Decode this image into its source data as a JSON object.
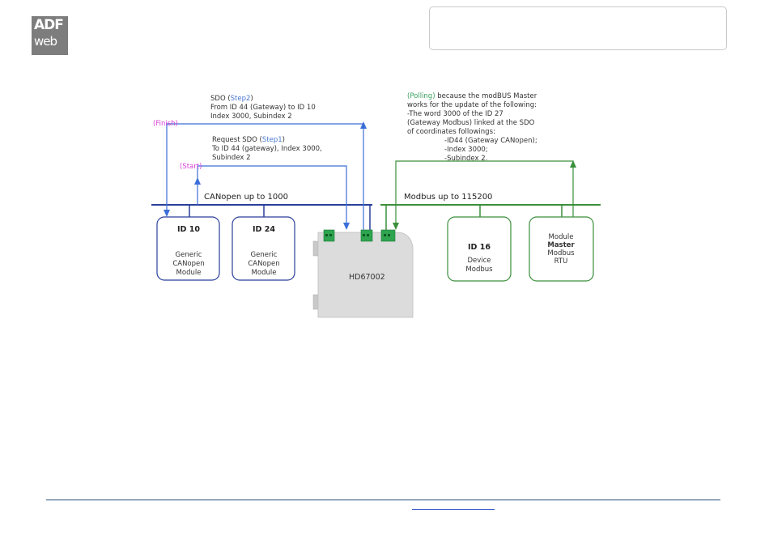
{
  "logo": {
    "line1": "ADF",
    "line2": "web"
  },
  "diagram": {
    "canopen_bus_label": "CANopen up to 1000",
    "modbus_bus_label": "Modbus up to 115200",
    "gateway_label": "HD67002",
    "canopen_modules": [
      {
        "id": "ID 10",
        "lines": [
          "Generic",
          "CANopen",
          "Module"
        ]
      },
      {
        "id": "ID 24",
        "lines": [
          "Generic",
          "CANopen",
          "Module"
        ]
      }
    ],
    "modbus_device": {
      "id": "ID 16",
      "lines": [
        "Device",
        "Modbus"
      ]
    },
    "modbus_master": {
      "line1": "Module",
      "line2": "Master",
      "line3": "Modbus",
      "line4": "RTU"
    },
    "step2_text": {
      "prefix": "SDO (",
      "step": "Step2",
      "suffix": ")",
      "line2": "From ID 44 (Gateway) to ID 10",
      "line3": "Index 3000, Subindex 2"
    },
    "finish_label": "(Finish)",
    "step1_text": {
      "prefix": "Request SDO (",
      "step": "Step1",
      "suffix": ")",
      "line2": "To ID 44 (gateway), Index 3000,",
      "line3": "Subindex 2"
    },
    "start_label": "(Start)",
    "polling_text": {
      "polling": "(Polling)",
      "rest1": " because the modBUS Master",
      "line2": "works for the update of the following:",
      "line3": "-The word 3000 of the ID 27",
      "line4": "(Gateway Modbus) linked at the SDO",
      "line5": "of coordinates followings:",
      "line6": "-ID44 (Gateway CANopen);",
      "line7": "-Index 3000;",
      "line8": "-Subindex 2."
    },
    "colors": {
      "canopen": "#2a3f9a",
      "arrow_blue": "#3b6fd8",
      "modbus": "#3a8f3a",
      "magenta": "#d63ed6",
      "step_blue": "#4a78d0",
      "polling_green": "#3aa060"
    }
  }
}
